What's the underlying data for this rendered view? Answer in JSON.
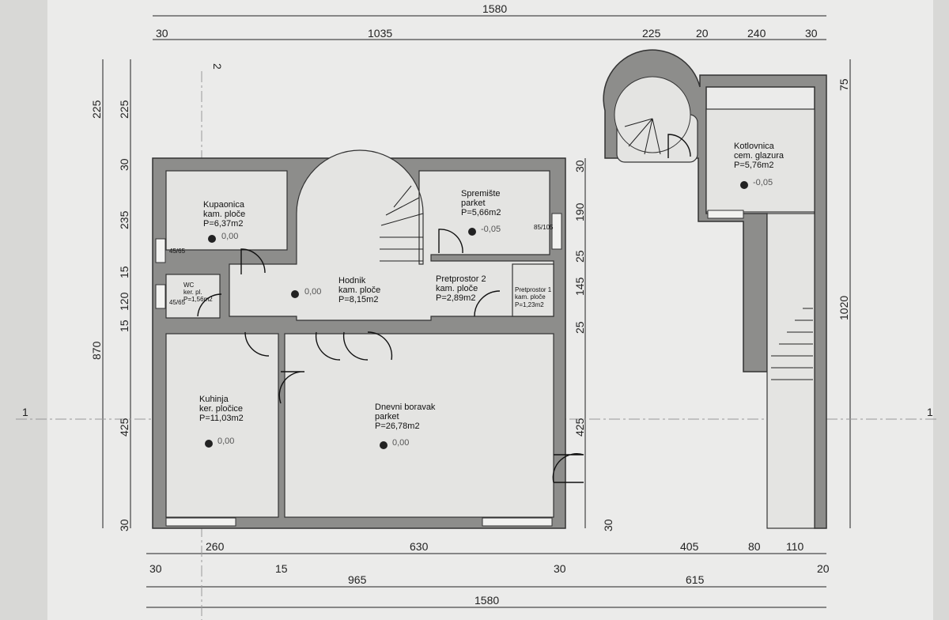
{
  "dimensions": {
    "top_total": "1580",
    "top_row": [
      "30",
      "1035",
      "225",
      "20",
      "240",
      "30"
    ],
    "left_outer": [
      "225",
      "870"
    ],
    "left_inner": [
      "225",
      "30",
      "235",
      "15",
      "120",
      "15",
      "425",
      "30"
    ],
    "middle": [
      "30",
      "190",
      "25",
      "145",
      "25",
      "425",
      "30"
    ],
    "right": [
      "75",
      "1020"
    ],
    "bottom_row1": [
      "260",
      "630",
      "405",
      "80",
      "110"
    ],
    "bottom_row2": [
      "30",
      "15",
      "30",
      "20"
    ],
    "bottom_row3": [
      "965",
      "615"
    ],
    "bottom_total": "1580"
  },
  "section_markers": [
    "1",
    "1",
    "2"
  ],
  "rooms": [
    {
      "name": "Kupaonica",
      "floor": "kam. ploče",
      "area": "P=6,37m2",
      "level": "0,00"
    },
    {
      "name": "WC",
      "floor": "ker. pl.",
      "area": "P=1,56m2"
    },
    {
      "name": "Hodnik",
      "floor": "kam. ploče",
      "area": "P=8,15m2",
      "level": "0,00"
    },
    {
      "name": "Spremište",
      "floor": "parket",
      "area": "P=5,66m2",
      "level": "-0,05"
    },
    {
      "name": "Pretprostor 2",
      "floor": "kam. ploče",
      "area": "P=2,89m2"
    },
    {
      "name": "Pretprostor 1",
      "floor": "kam. ploče",
      "area": "P=1,23m2"
    },
    {
      "name": "Kuhinja",
      "floor": "ker. pločice",
      "area": "P=11,03m2",
      "level": "0,00"
    },
    {
      "name": "Dnevni boravak",
      "floor": "parket",
      "area": "P=26,78m2",
      "level": "0,00"
    },
    {
      "name": "Kotlovnica",
      "floor": "cem. glazura",
      "area": "P=5,76m2",
      "level": "-0,05"
    }
  ],
  "windows": [
    "45/65",
    "45/65",
    "85/105"
  ]
}
